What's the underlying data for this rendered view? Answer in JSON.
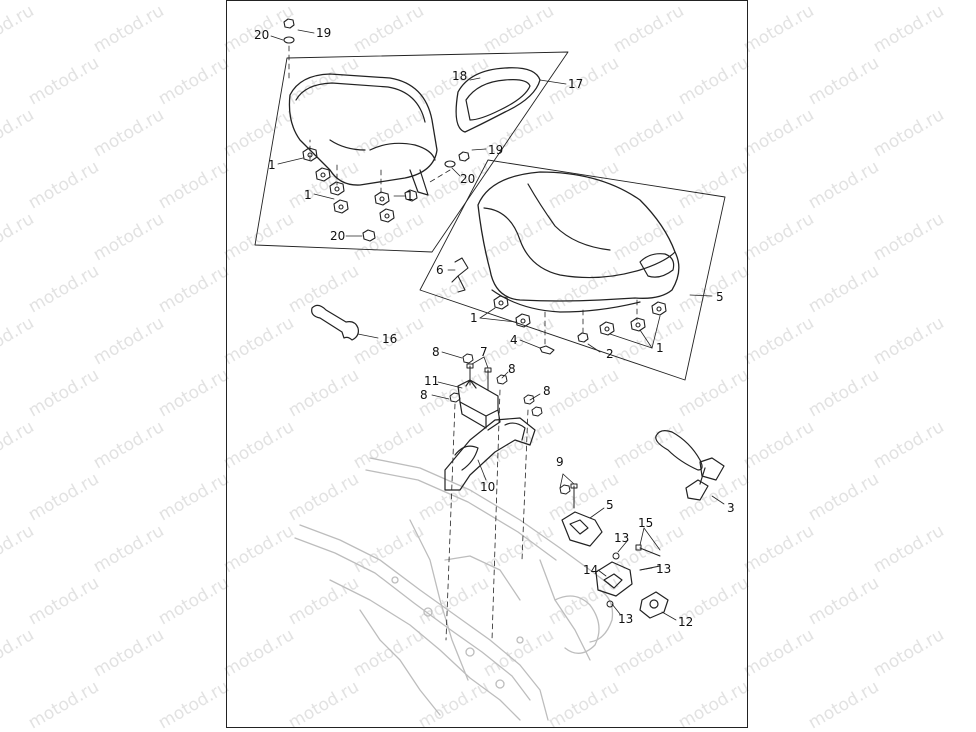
{
  "watermark": "motod.ru",
  "callouts": [
    {
      "id": "c20a",
      "text": "20"
    },
    {
      "id": "c19a",
      "text": "19"
    },
    {
      "id": "c18",
      "text": "18"
    },
    {
      "id": "c17",
      "text": "17"
    },
    {
      "id": "c19b",
      "text": "19"
    },
    {
      "id": "c20b",
      "text": "20"
    },
    {
      "id": "c1a",
      "text": "1"
    },
    {
      "id": "c1b",
      "text": "1"
    },
    {
      "id": "c1c",
      "text": "1"
    },
    {
      "id": "c20c",
      "text": "20"
    },
    {
      "id": "c6",
      "text": "6"
    },
    {
      "id": "c5a",
      "text": "5"
    },
    {
      "id": "c1d",
      "text": "1"
    },
    {
      "id": "c4",
      "text": "4"
    },
    {
      "id": "c2",
      "text": "2"
    },
    {
      "id": "c1e",
      "text": "1"
    },
    {
      "id": "c16",
      "text": "16"
    },
    {
      "id": "c8a",
      "text": "8"
    },
    {
      "id": "c7",
      "text": "7"
    },
    {
      "id": "c8b",
      "text": "8"
    },
    {
      "id": "c11",
      "text": "11"
    },
    {
      "id": "c8c",
      "text": "8"
    },
    {
      "id": "c8d",
      "text": "8"
    },
    {
      "id": "c10",
      "text": "10"
    },
    {
      "id": "c9",
      "text": "9"
    },
    {
      "id": "c5b",
      "text": "5"
    },
    {
      "id": "c3",
      "text": "3"
    },
    {
      "id": "c15",
      "text": "15"
    },
    {
      "id": "c13a",
      "text": "13"
    },
    {
      "id": "c14",
      "text": "14"
    },
    {
      "id": "c13b",
      "text": "13"
    },
    {
      "id": "c13c",
      "text": "13"
    },
    {
      "id": "c12",
      "text": "12"
    }
  ]
}
